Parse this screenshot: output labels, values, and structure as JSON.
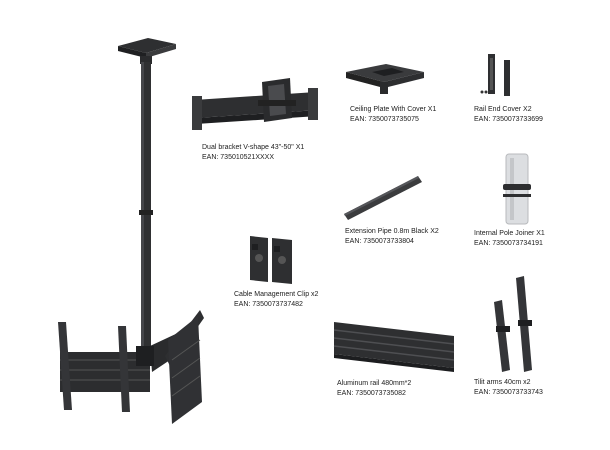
{
  "colors": {
    "metal": "#2e2f31",
    "metal_light": "#4a4b4e",
    "pipe": "#3b3c3e",
    "joiner": "#d9dbde"
  },
  "parts": [
    {
      "label": "Dual bracket V-shape 43\"-50\" X1",
      "ean": "EAN: 735010521XXXX"
    },
    {
      "label": "Ceiling Plate With Cover  X1",
      "ean": "EAN: 7350073735075"
    },
    {
      "label": "Rail End Cover X2",
      "ean": "EAN: 7350073733699"
    },
    {
      "label": "Extension Pipe 0.8m Black X2",
      "ean": "EAN: 7350073733804"
    },
    {
      "label": "Internal Pole Joiner X1",
      "ean": "EAN: 7350073734191"
    },
    {
      "label": "Cable Management Clip x2",
      "ean": "EAN: 7350073737482"
    },
    {
      "label": "Aluminum rail  480mm*2",
      "ean": "EAN: 7350073735082"
    },
    {
      "label": "Tilit arms 40cm x2",
      "ean": "EAN: 7350073733743"
    }
  ]
}
